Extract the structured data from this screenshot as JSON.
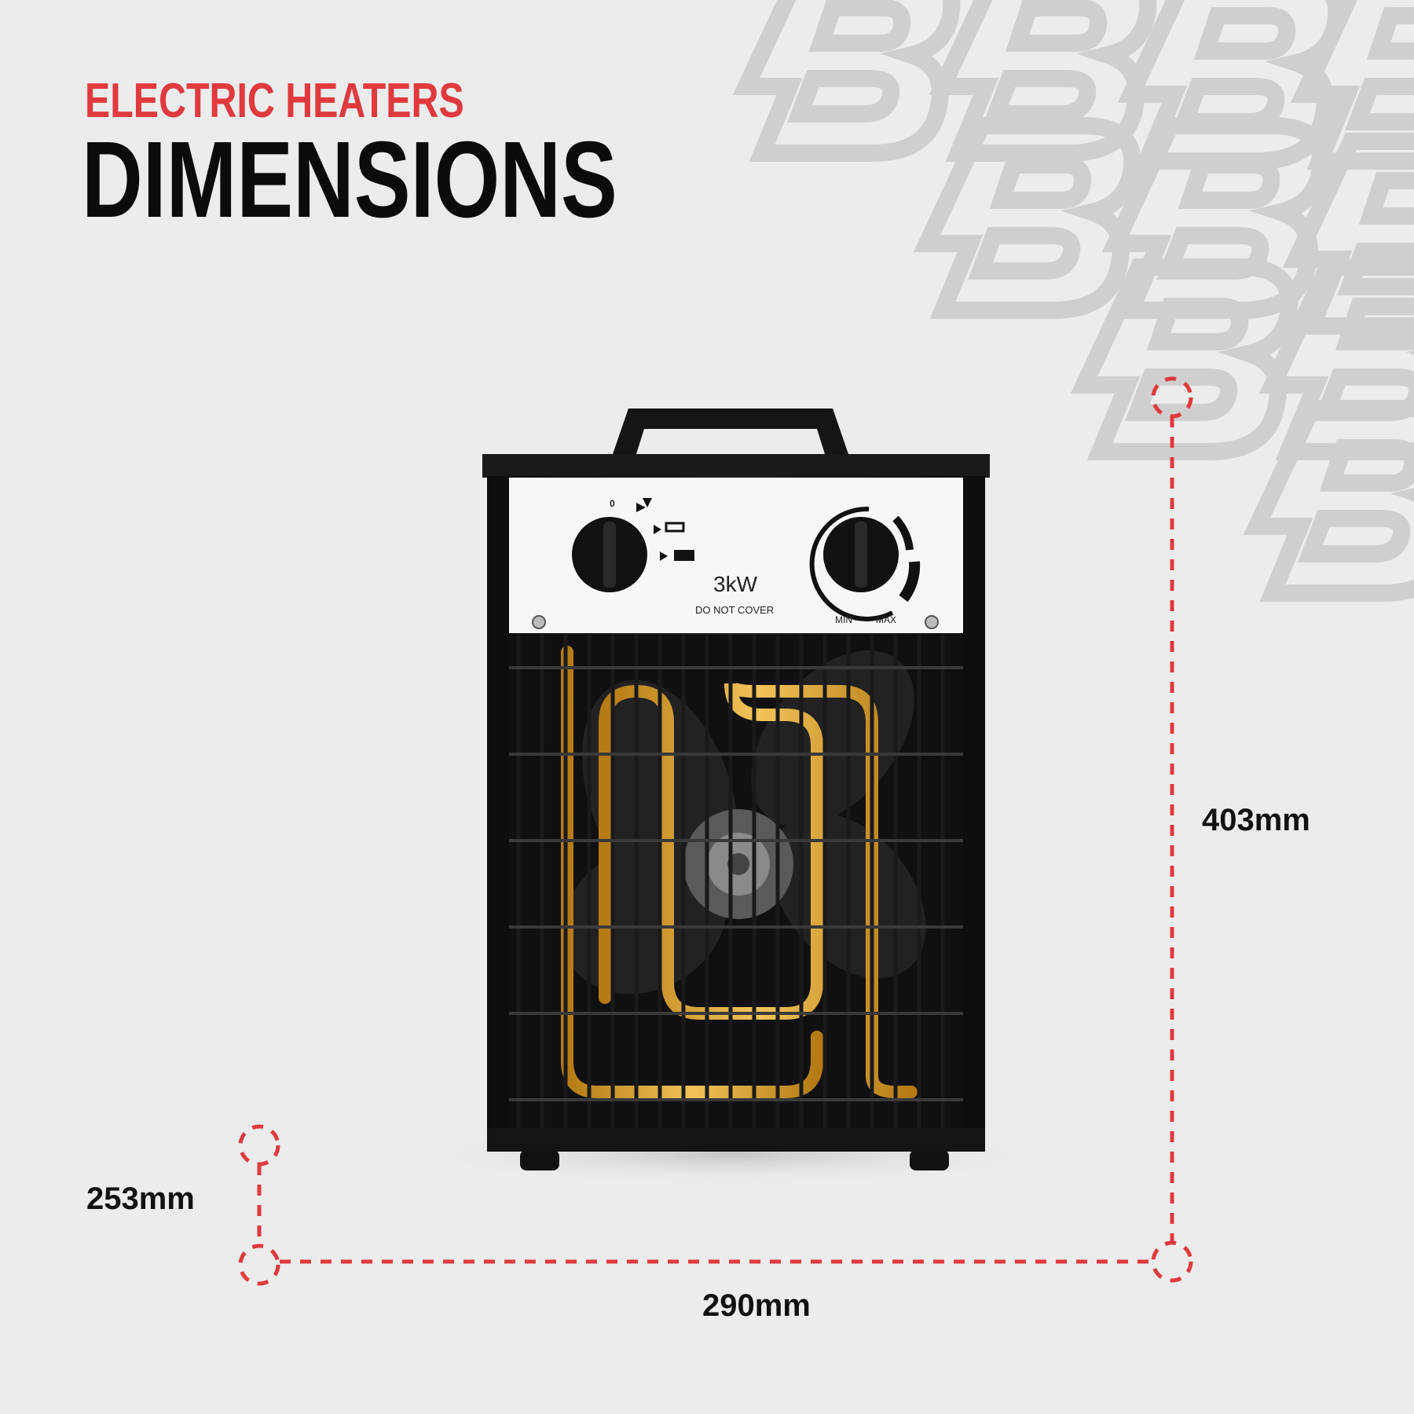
{
  "header": {
    "subtitle": "ELECTRIC HEATERS",
    "title": "DIMENSIONS"
  },
  "colors": {
    "accent": "#e03a3e",
    "background": "#ececec",
    "heater_body": "#111111",
    "heating_element": "#e8a81e",
    "watermark": "#cfcfcf"
  },
  "dimensions": {
    "height": "403mm",
    "depth": "253mm",
    "width": "290mm"
  },
  "heater_panel": {
    "power": "3kW",
    "warning": "DO NOT COVER",
    "min": "MIN",
    "max": "MAX",
    "off": "0"
  },
  "icons": [
    "lightning-b-logo",
    "fan-icon",
    "heat-icon"
  ]
}
